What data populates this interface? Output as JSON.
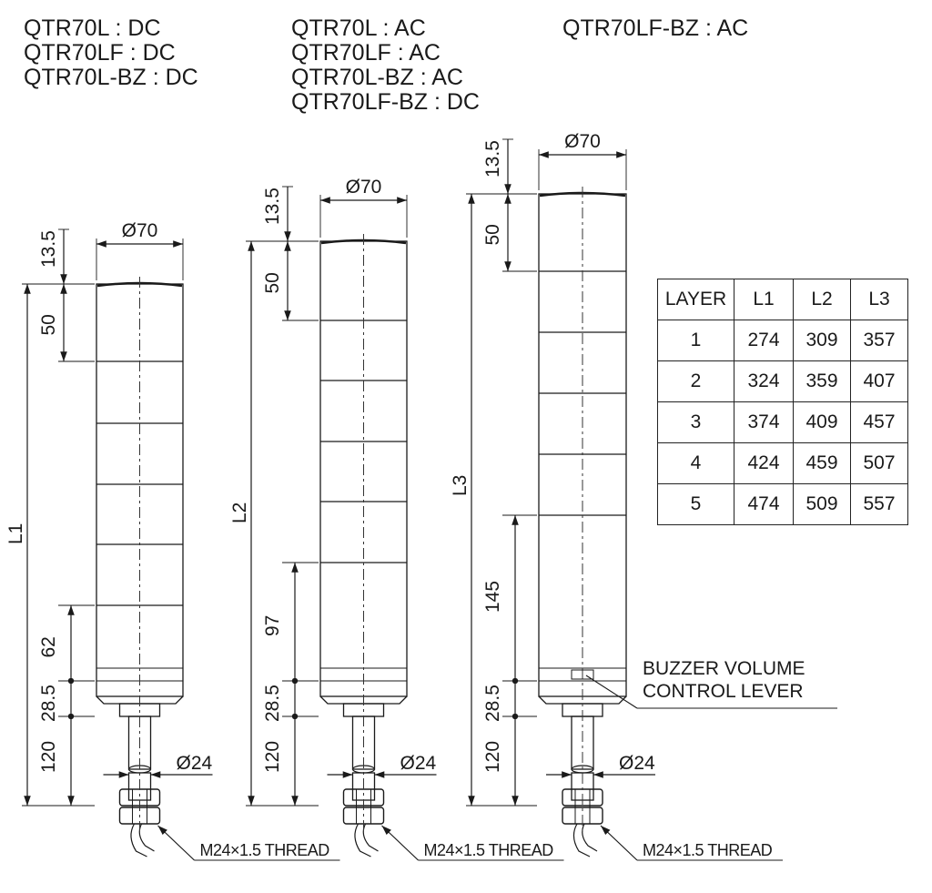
{
  "model_groups": [
    {
      "lines": [
        "QTR70L : DC",
        "QTR70LF : DC",
        "QTR70L-BZ : DC"
      ]
    },
    {
      "lines": [
        "QTR70L : AC",
        "QTR70LF : AC",
        "QTR70L-BZ : AC",
        "QTR70LF-BZ : DC"
      ]
    },
    {
      "lines": [
        "QTR70LF-BZ : AC"
      ]
    }
  ],
  "towers": [
    {
      "length_label": "L1",
      "dims": {
        "top": "13.5",
        "dia": "Ø70",
        "tier": "50",
        "base_a": "62",
        "base_b": "28.5",
        "stem": "120",
        "pipe": "Ø24"
      },
      "thread_label": "M24×1.5 THREAD"
    },
    {
      "length_label": "L2",
      "dims": {
        "top": "13.5",
        "dia": "Ø70",
        "tier": "50",
        "base_a": "97",
        "base_b": "28.5",
        "stem": "120",
        "pipe": "Ø24"
      },
      "thread_label": "M24×1.5 THREAD"
    },
    {
      "length_label": "L3",
      "dims": {
        "top": "13.5",
        "dia": "Ø70",
        "tier": "50",
        "base_a": "145",
        "base_b": "28.5",
        "stem": "120",
        "pipe": "Ø24"
      },
      "thread_label": "M24×1.5 THREAD",
      "note_lines": [
        "BUZZER VOLUME",
        "CONTROL LEVER"
      ]
    }
  ],
  "table": {
    "headers": [
      "LAYER",
      "L1",
      "L2",
      "L3"
    ],
    "rows": [
      [
        "1",
        "274",
        "309",
        "357"
      ],
      [
        "2",
        "324",
        "359",
        "407"
      ],
      [
        "3",
        "374",
        "409",
        "457"
      ],
      [
        "4",
        "424",
        "459",
        "507"
      ],
      [
        "5",
        "474",
        "509",
        "557"
      ]
    ]
  },
  "colors": {
    "line": "#1a1a1a",
    "center_line": "#333333",
    "background": "#ffffff"
  }
}
